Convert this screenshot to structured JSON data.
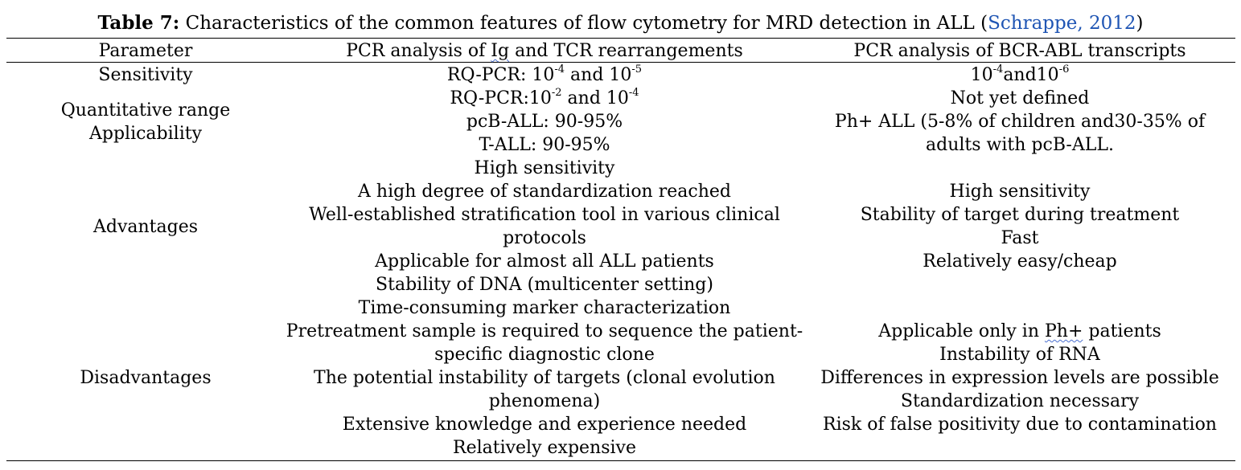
{
  "caption": {
    "label": "Table 7:",
    "text": " Characteristics of the common features of flow cytometry for MRD detection in ALL (",
    "citation": "Schrappe, 2012",
    "close": ")"
  },
  "headers": {
    "parameter": "Parameter",
    "ig_tcr": "PCR analysis of Ig and TCR rearrangements",
    "bcr_abl": "PCR analysis of BCR-ABL transcripts"
  },
  "sensitivity": {
    "label": "Sensitivity",
    "ig_tcr": {
      "prefix": "RQ-PCR: 10",
      "exp1": "-4",
      "mid": " and 10",
      "exp2": "-5"
    },
    "bcr_abl": {
      "prefix": "10",
      "exp1": "-4",
      "mid": "and10",
      "exp2": "-6"
    }
  },
  "quantitative_range": {
    "label": "Quantitative range",
    "ig_tcr": {
      "prefix": "RQ-PCR:10",
      "exp1": "-2",
      "mid": " and 10",
      "exp2": "-4"
    },
    "bcr_abl": "Not yet defined"
  },
  "applicability": {
    "label": "Applicability",
    "ig_tcr": [
      "pcB-ALL: 90-95%",
      "T-ALL: 90-95%"
    ],
    "bcr_abl": [
      "Ph+ ALL (5-8% of children and30-35% of",
      "adults with pcB-ALL."
    ]
  },
  "advantages": {
    "label": "Advantages",
    "ig_tcr": [
      "High sensitivity",
      "A high degree of standardization reached",
      "Well-established stratification tool in various clinical",
      "protocols",
      "Applicable for almost all ALL patients",
      "Stability of DNA (multicenter setting)"
    ],
    "bcr_abl": [
      "High sensitivity",
      "Stability of target during treatment",
      "Fast",
      "Relatively easy/cheap"
    ]
  },
  "disadvantages": {
    "label": "Disadvantages",
    "ig_tcr": [
      "Time-consuming marker characterization",
      "Pretreatment sample is required to sequence the patient-",
      "specific diagnostic clone",
      "The potential instability of targets (clonal evolution",
      "phenomena)",
      "Extensive knowledge and experience needed",
      "Relatively expensive"
    ],
    "bcr_abl": {
      "first_prefix": "Applicable only in ",
      "first_squiggle": "Ph+",
      "first_suffix": " patients",
      "rest": [
        "Instability of RNA",
        "Differences in expression levels are possible",
        "Standardization necessary",
        "Risk of false positivity due to contamination"
      ]
    }
  }
}
